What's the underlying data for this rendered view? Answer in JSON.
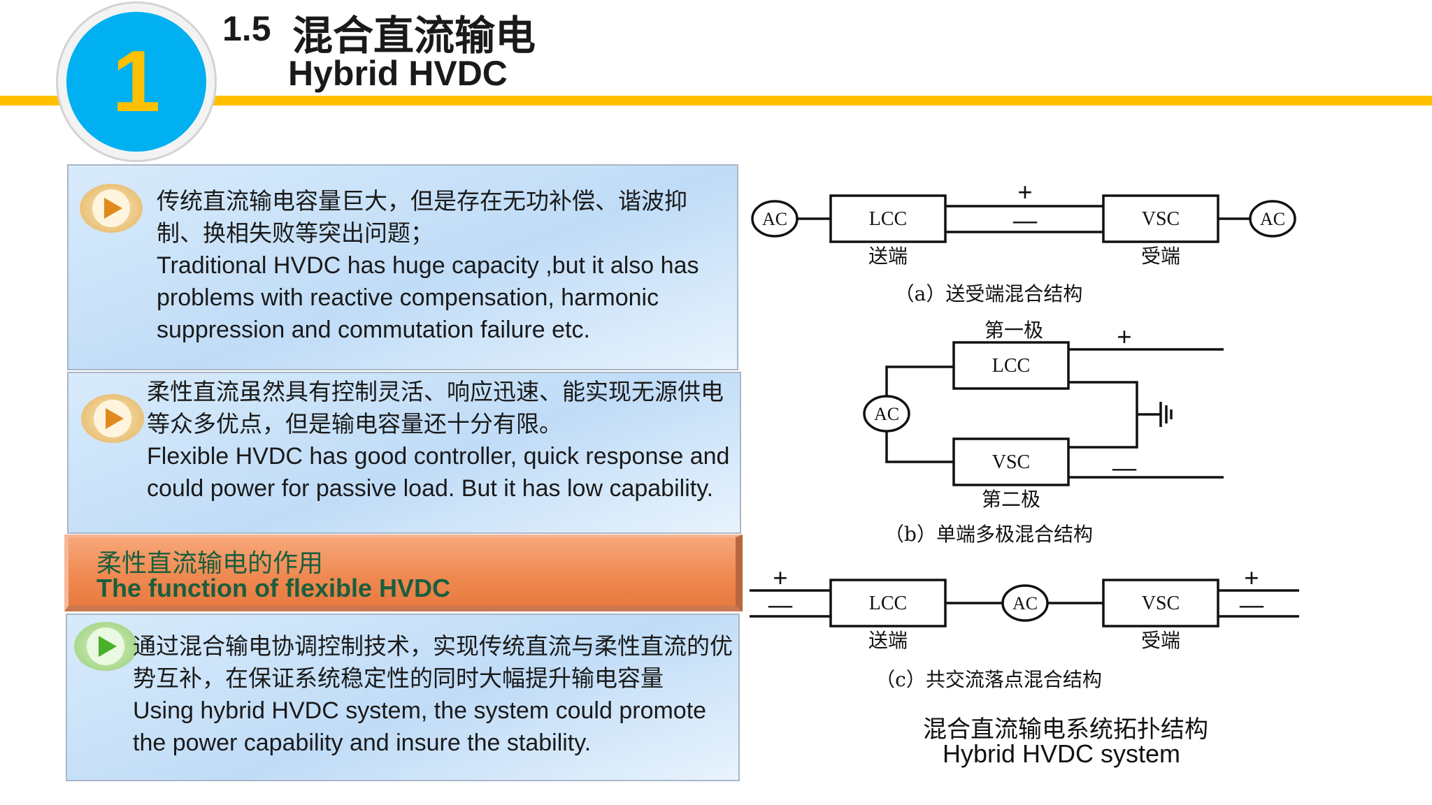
{
  "header": {
    "badge_number": "1",
    "section_number": "1.5",
    "title_cn": "混合直流输电",
    "title_en": "Hybrid HVDC"
  },
  "colors": {
    "accent_yellow": "#ffc000",
    "badge_blue": "#00b0f0",
    "panel_blue": "#c8e2f8",
    "orange": "#f08a52",
    "green_text": "#1a5e3e"
  },
  "panels": [
    {
      "icon": "play-icon",
      "cn": "传统直流输电容量巨大，但是存在无功补偿、谐波抑制、换相失败等突出问题；",
      "en": "Traditional HVDC has huge capacity ,but it also has problems with reactive compensation, harmonic suppression and commutation failure etc."
    },
    {
      "icon": "play-icon",
      "cn": "柔性直流虽然具有控制灵活、响应迅速、能实现无源供电等众多优点，但是输电容量还十分有限。",
      "en": "Flexible HVDC has good controller, quick response and could power for passive load. But it has low capability."
    },
    {
      "icon": "play-icon",
      "cn": "通过混合输电协调控制技术，实现传统直流与柔性直流的优势互补，在保证系统稳定性的同时大幅提升输电容量",
      "en": "Using hybrid HVDC system, the system could promote the power capability and insure the stability."
    }
  ],
  "function_bar": {
    "cn": "柔性直流输电的作用",
    "en": "The function of flexible HVDC"
  },
  "diagram": {
    "a": {
      "ac_left": "AC",
      "lcc": "LCC",
      "vsc": "VSC",
      "ac_right": "AC",
      "plus": "+",
      "minus": "—",
      "send": "送端",
      "recv": "受端",
      "caption": "（a）送受端混合结构"
    },
    "b": {
      "pole1": "第一极",
      "pole2": "第二极",
      "lcc": "LCC",
      "vsc": "VSC",
      "ac": "AC",
      "plus": "+",
      "minus": "—",
      "caption": "（b）单端多极混合结构"
    },
    "c": {
      "lcc": "LCC",
      "ac": "AC",
      "vsc": "VSC",
      "plus": "+",
      "minus": "—",
      "send": "送端",
      "recv": "受端",
      "caption": "（c）共交流落点混合结构"
    }
  },
  "caption": {
    "cn": "混合直流输电系统拓扑结构",
    "en": "Hybrid HVDC system"
  }
}
